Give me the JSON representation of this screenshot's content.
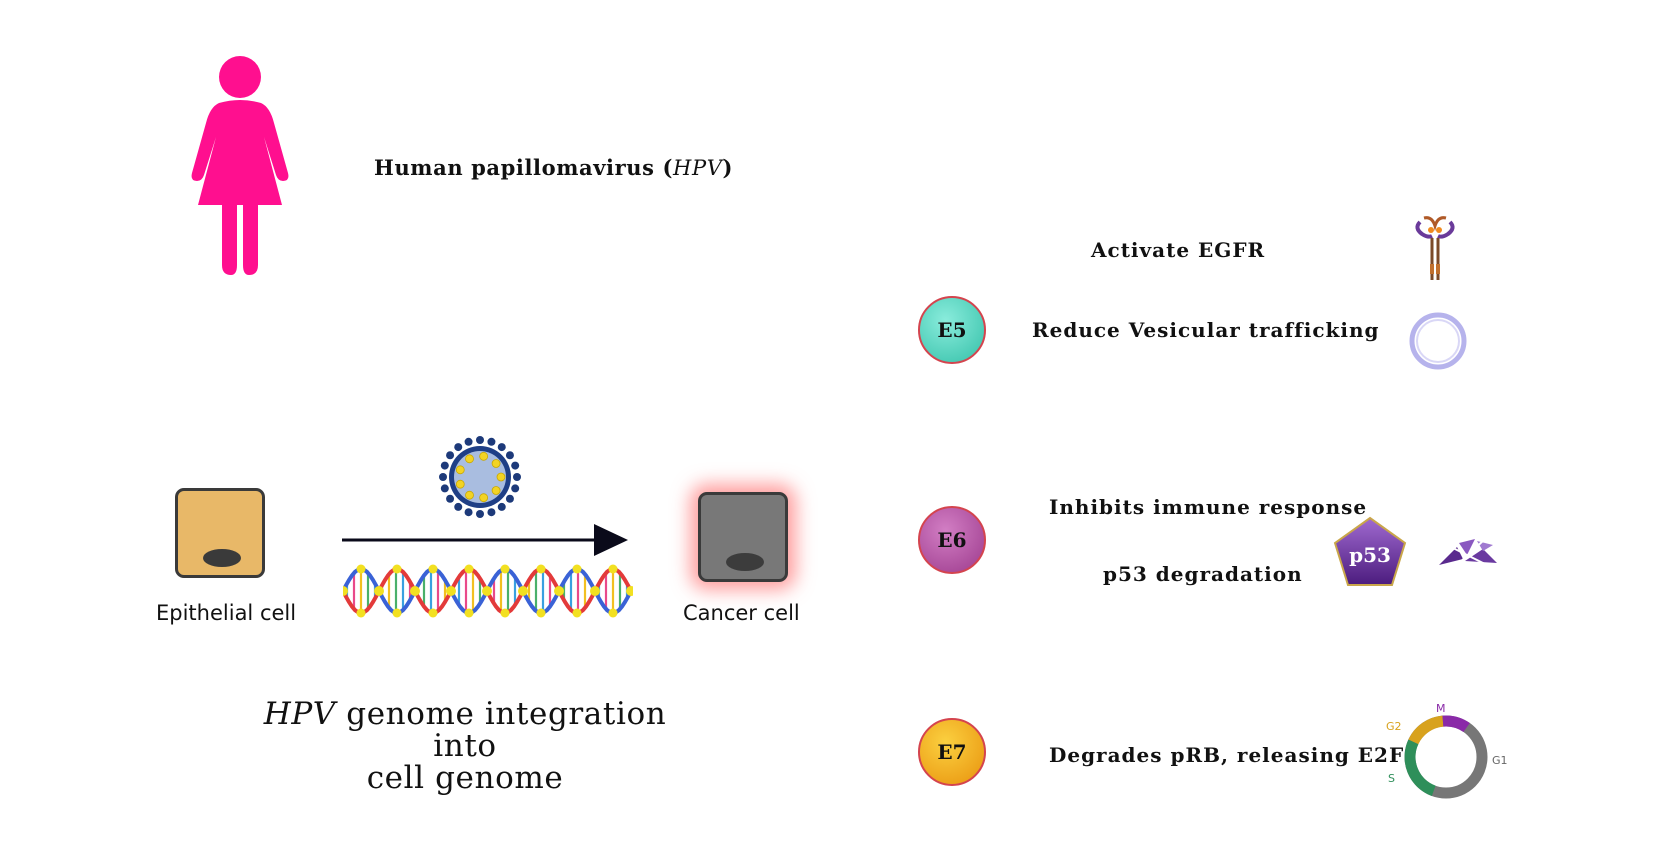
{
  "title": {
    "prefix": "Human papillomavirus (",
    "italic": "HPV",
    "suffix": ")"
  },
  "cells": {
    "epithelial": "Epithelial cell",
    "cancer": "Cancer cell"
  },
  "integration": {
    "italic": "HPV",
    "line1_rest": " genome integration into",
    "line2": "cell genome"
  },
  "genes": {
    "e5": {
      "label": "E5",
      "effects": [
        "Activate EGFR",
        "Reduce Vesicular trafficking"
      ]
    },
    "e6": {
      "label": "E6",
      "effects": [
        "Inhibits immune response",
        "p53 degradation"
      ]
    },
    "e7": {
      "label": "E7",
      "effects": [
        "Degrades pRB, releasing E2F"
      ]
    }
  },
  "icons": {
    "p53_label": "p53",
    "cycle_phases": [
      "M",
      "G2",
      "S",
      "G1"
    ]
  },
  "colors": {
    "woman": "#ff0f8f",
    "e5": "#3cc7b0",
    "e6": "#a64497",
    "e7": "#f0a81c",
    "epithelial": "#e8b868",
    "cancer": "#787878"
  }
}
